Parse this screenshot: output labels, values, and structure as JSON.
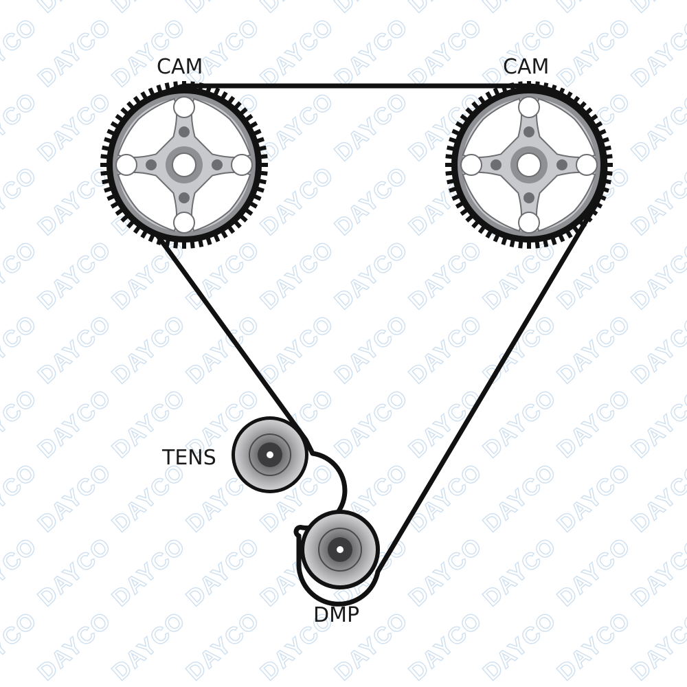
{
  "diagram": {
    "labels": {
      "cam_left": "CAM",
      "cam_right": "CAM",
      "tensioner": "TENS",
      "damper": "DMP"
    },
    "watermark": "DAYCO",
    "colors": {
      "belt": "#111111",
      "pulley_outer": "#8f9093",
      "pulley_face": "#c8c9cc",
      "idler_dark": "#5a5a5d",
      "idler_mid": "#8a8a8d",
      "idler_light": "#d2d2d4",
      "watermark": "#cfe0f0"
    },
    "icons": [
      "cam-sprocket-icon",
      "cam-sprocket-icon",
      "tensioner-pulley-icon",
      "damper-pulley-icon"
    ]
  }
}
